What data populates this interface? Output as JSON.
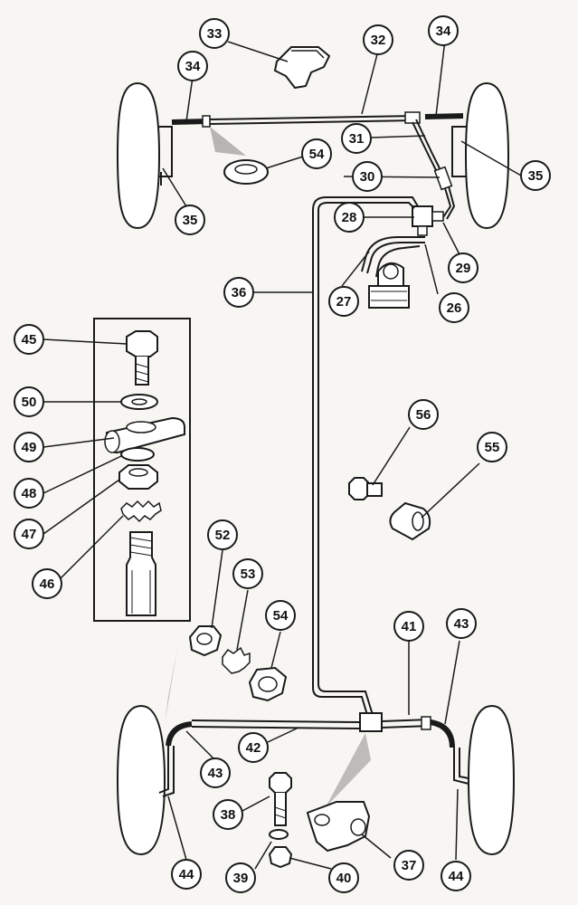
{
  "diagram": {
    "colors": {
      "line": "#1a1a1a",
      "paper": "#f7f6f2",
      "fill_light": "#ffffff",
      "shade": "#555555"
    },
    "callouts": [
      {
        "id": "c26",
        "label": "26"
      },
      {
        "id": "c27",
        "label": "27"
      },
      {
        "id": "c28",
        "label": "28"
      },
      {
        "id": "c29",
        "label": "29"
      },
      {
        "id": "c30",
        "label": "30"
      },
      {
        "id": "c31",
        "label": "31"
      },
      {
        "id": "c32",
        "label": "32"
      },
      {
        "id": "c33",
        "label": "33"
      },
      {
        "id": "c34a",
        "label": "34"
      },
      {
        "id": "c34b",
        "label": "34"
      },
      {
        "id": "c35a",
        "label": "35"
      },
      {
        "id": "c35b",
        "label": "35"
      },
      {
        "id": "c36",
        "label": "36"
      },
      {
        "id": "c37",
        "label": "37"
      },
      {
        "id": "c38",
        "label": "38"
      },
      {
        "id": "c39",
        "label": "39"
      },
      {
        "id": "c40",
        "label": "40"
      },
      {
        "id": "c41",
        "label": "41"
      },
      {
        "id": "c42",
        "label": "42"
      },
      {
        "id": "c43a",
        "label": "43"
      },
      {
        "id": "c43b",
        "label": "43"
      },
      {
        "id": "c44a",
        "label": "44"
      },
      {
        "id": "c44b",
        "label": "44"
      },
      {
        "id": "c45",
        "label": "45"
      },
      {
        "id": "c46",
        "label": "46"
      },
      {
        "id": "c47",
        "label": "47"
      },
      {
        "id": "c48",
        "label": "48"
      },
      {
        "id": "c49",
        "label": "49"
      },
      {
        "id": "c50",
        "label": "50"
      },
      {
        "id": "c52",
        "label": "52"
      },
      {
        "id": "c53",
        "label": "53"
      },
      {
        "id": "c54a",
        "label": "54"
      },
      {
        "id": "c54b",
        "label": "54"
      },
      {
        "id": "c55",
        "label": "55"
      },
      {
        "id": "c56",
        "label": "56"
      }
    ]
  }
}
